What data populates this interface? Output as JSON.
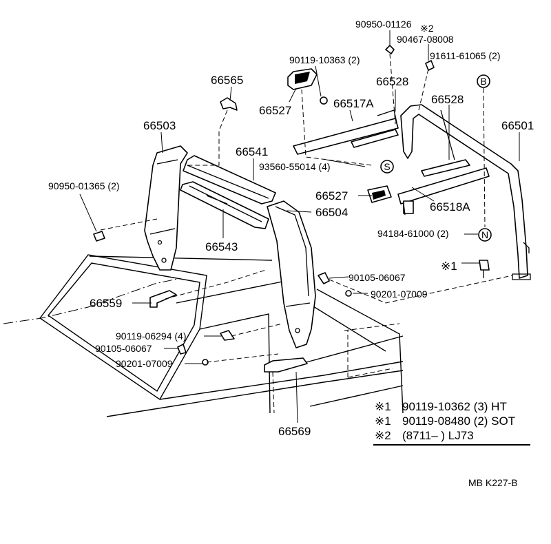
{
  "parts": {
    "p90950_01126": "90950-01126",
    "mark2": "※2",
    "p90467_08008": "90467-08008",
    "p91611_61065": "91611-61065 (2)",
    "p90119_10363": "90119-10363 (2)",
    "p66565": "66565",
    "p66528_a": "66528",
    "p66528_b": "66528",
    "p66527_a": "66527",
    "p66517A": "66517A",
    "p66503": "66503",
    "p66541": "66541",
    "p66501": "66501",
    "p93560_55014": "93560-55014 (4)",
    "p90950_01365": "90950-01365 (2)",
    "p66527_b": "66527",
    "p66504": "66504",
    "p66518A": "66518A",
    "p66543": "66543",
    "p94184_61000": "94184-61000 (2)",
    "mark1": "※1",
    "p90105_06067_a": "90105-06067",
    "p90201_07009_a": "90201-07009",
    "p66559": "66559",
    "p90119_06294": "90119-06294 (4)",
    "p90105_06067_b": "90105-06067",
    "p90201_07009_b": "90201-07009",
    "p66569": "66569"
  },
  "callouts": {
    "B": "B",
    "S": "S",
    "N": "N"
  },
  "notes": [
    {
      "mark": "※1",
      "text": "90119-10362 (3) HT"
    },
    {
      "mark": "※1",
      "text": "90119-08480 (2) SOT"
    },
    {
      "mark": "※2",
      "text": "(8711–         ) LJ73"
    }
  ],
  "footer": {
    "code": "MB  K227-B"
  }
}
